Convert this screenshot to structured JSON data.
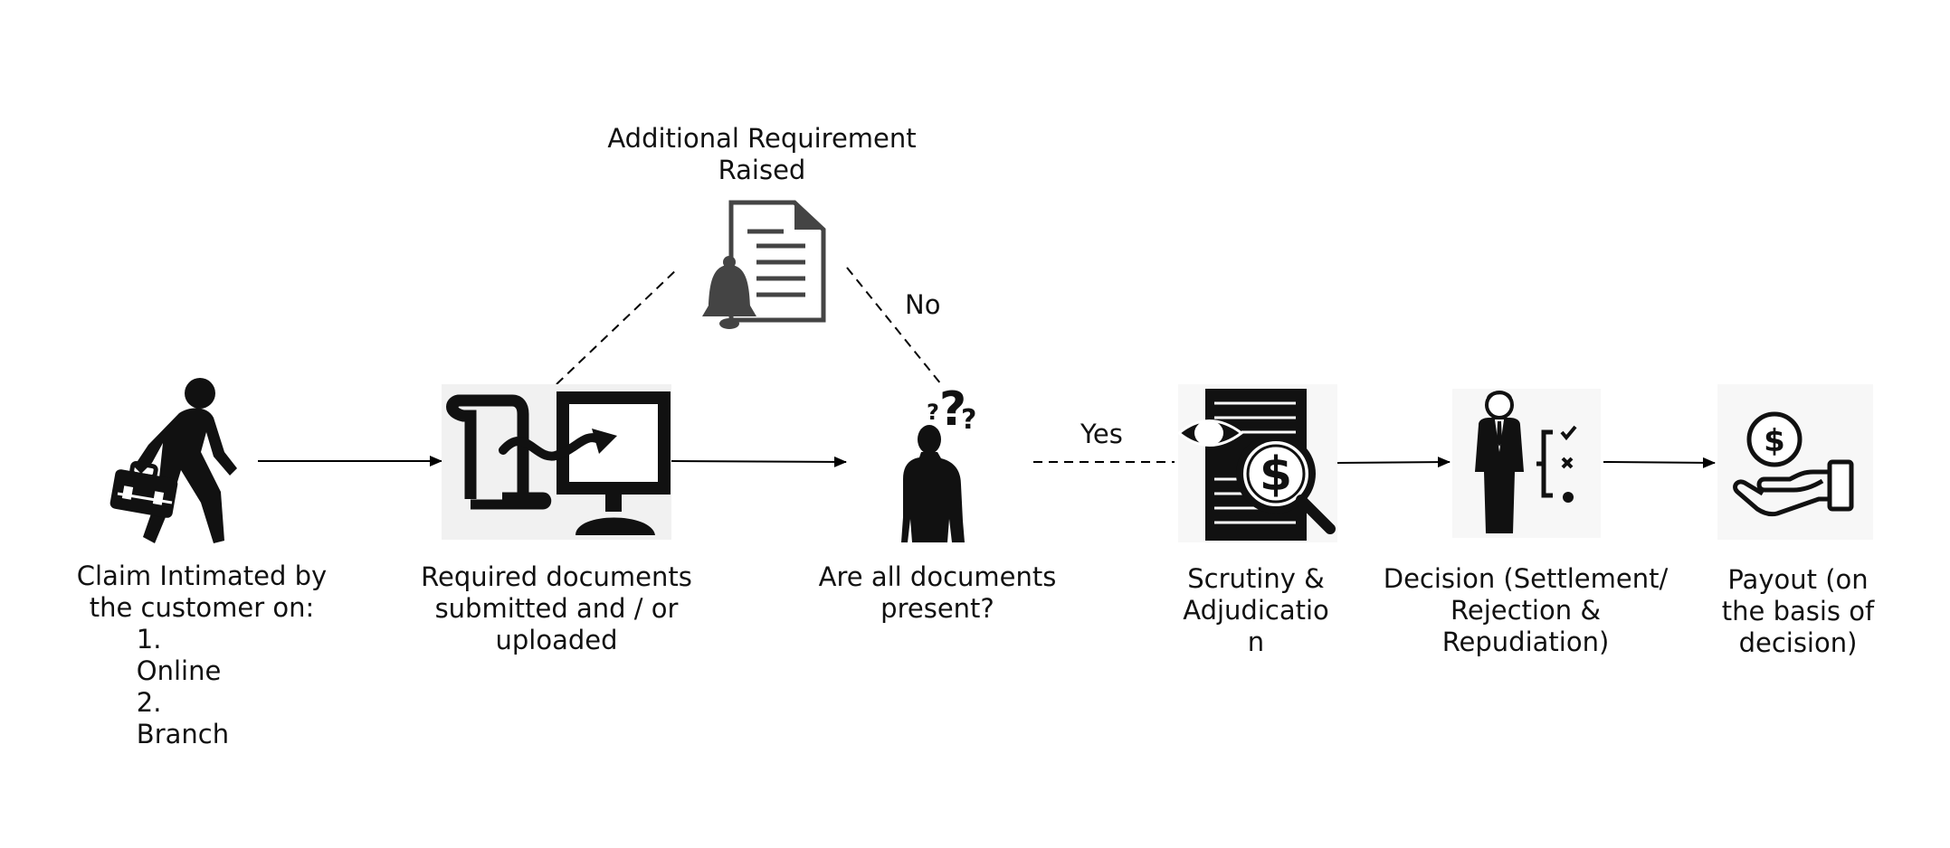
{
  "top_label": [
    "Additional Requirement",
    "Raised"
  ],
  "no_label": "No",
  "yes_label": "Yes",
  "steps": [
    {
      "icon": "walking-businessman-icon",
      "lines": [
        "Claim Intimated by",
        "the customer on:"
      ],
      "list": [
        {
          "num": "1.",
          "text": "Online"
        },
        {
          "num": "2.",
          "text": "Branch"
        }
      ]
    },
    {
      "icon": "documents-to-monitor-upload-icon",
      "lines": [
        "Required documents",
        "submitted and / or",
        "uploaded"
      ]
    },
    {
      "icon": "confused-person-icon",
      "lines": [
        "Are all documents",
        "present?"
      ]
    },
    {
      "icon": "document-scrutiny-icon",
      "lines": [
        "Scrutiny &",
        "Adjudicatio",
        "n"
      ]
    },
    {
      "icon": "decision-maker-icon",
      "lines": [
        "Decision (Settlement/",
        "Rejection &",
        "Repudiation)"
      ]
    },
    {
      "icon": "payout-hand-icon",
      "lines": [
        "Payout (on",
        "the basis of",
        "decision)"
      ]
    }
  ],
  "requirement_icon": "document-bell-icon"
}
